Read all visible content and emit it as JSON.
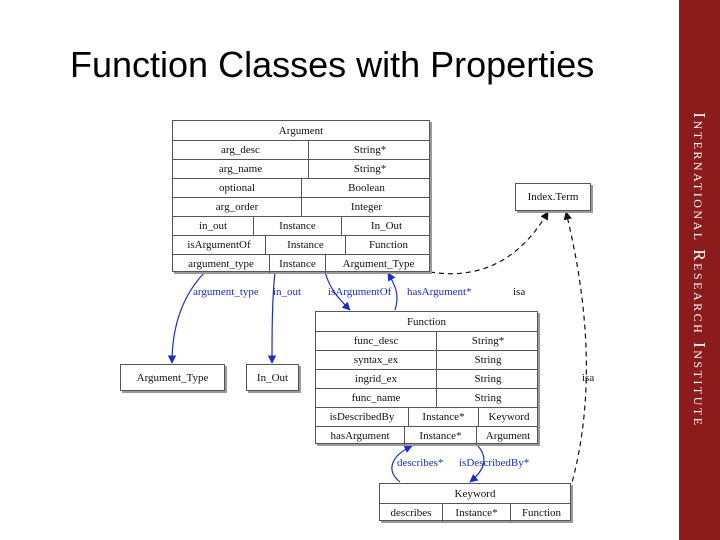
{
  "slide": {
    "title": "Function Classes with Properties",
    "side_banner": "International Research Institute"
  },
  "boxes": {
    "argument": {
      "header": "Argument",
      "rows": [
        [
          "arg_desc",
          "String*"
        ],
        [
          "arg_name",
          "String*"
        ],
        [
          "optional",
          "Boolean"
        ],
        [
          "arg_order",
          "Integer"
        ],
        [
          "in_out",
          "Instance",
          "In_Out"
        ],
        [
          "isArgumentOf",
          "Instance",
          "Function"
        ],
        [
          "argument_type",
          "Instance",
          "Argument_Type"
        ]
      ]
    },
    "function": {
      "header": "Function",
      "rows": [
        [
          "func_desc",
          "String*"
        ],
        [
          "syntax_ex",
          "String"
        ],
        [
          "ingrid_ex",
          "String"
        ],
        [
          "func_name",
          "String"
        ],
        [
          "isDescribedBy",
          "Instance*",
          "Keyword"
        ],
        [
          "hasArgument",
          "Instance*",
          "Argument"
        ]
      ]
    },
    "keyword": {
      "header": "Keyword",
      "rows": [
        [
          "describes",
          "Instance*",
          "Function"
        ]
      ]
    },
    "index_term": "Index.Term",
    "argument_type": "Argument_Type",
    "in_out": "In_Out"
  },
  "edges": {
    "argument_type": "argument_type",
    "in_out": "in_out",
    "is_argument_of": "isArgumentOf",
    "has_argument": "hasArgument*",
    "isa_1": "isa",
    "isa_2": "isa",
    "describes": "describes*",
    "is_described_by": "isDescribedBy*"
  },
  "colors": {
    "banner": "#8c1c1c",
    "relation": "#1a2fbf",
    "isa": "#111111"
  }
}
